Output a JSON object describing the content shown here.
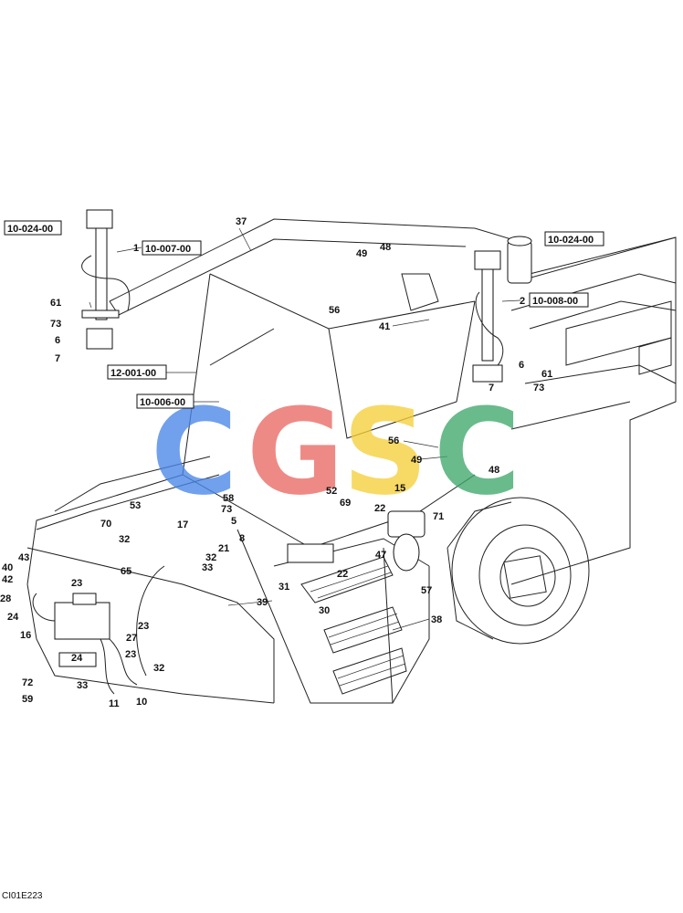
{
  "refs": {
    "r1": "10-024-00",
    "r2": "10-007-00",
    "r3": "12-001-00",
    "r4": "10-006-00",
    "r5": "10-024-00",
    "r6": "10-008-00"
  },
  "callouts": [
    "37",
    "1",
    "49",
    "48",
    "61",
    "73",
    "6",
    "7",
    "56",
    "41",
    "2",
    "6",
    "61",
    "73",
    "7",
    "56",
    "49",
    "48",
    "15",
    "71",
    "22",
    "69",
    "52",
    "58",
    "73",
    "5",
    "53",
    "70",
    "17",
    "21",
    "8",
    "32",
    "32",
    "33",
    "65",
    "31",
    "30",
    "22",
    "47",
    "57",
    "39",
    "38",
    "40",
    "42",
    "43",
    "28",
    "23",
    "23",
    "24",
    "16",
    "27",
    "23",
    "24",
    "32",
    "33",
    "11",
    "10",
    "72",
    "59"
  ],
  "watermark": {
    "letters": [
      "C",
      "G",
      "S",
      "C"
    ],
    "colors": [
      "#4a86e8",
      "#ea6a64",
      "#f6cf3a",
      "#3fa86b"
    ]
  },
  "footer": "CI01E223"
}
